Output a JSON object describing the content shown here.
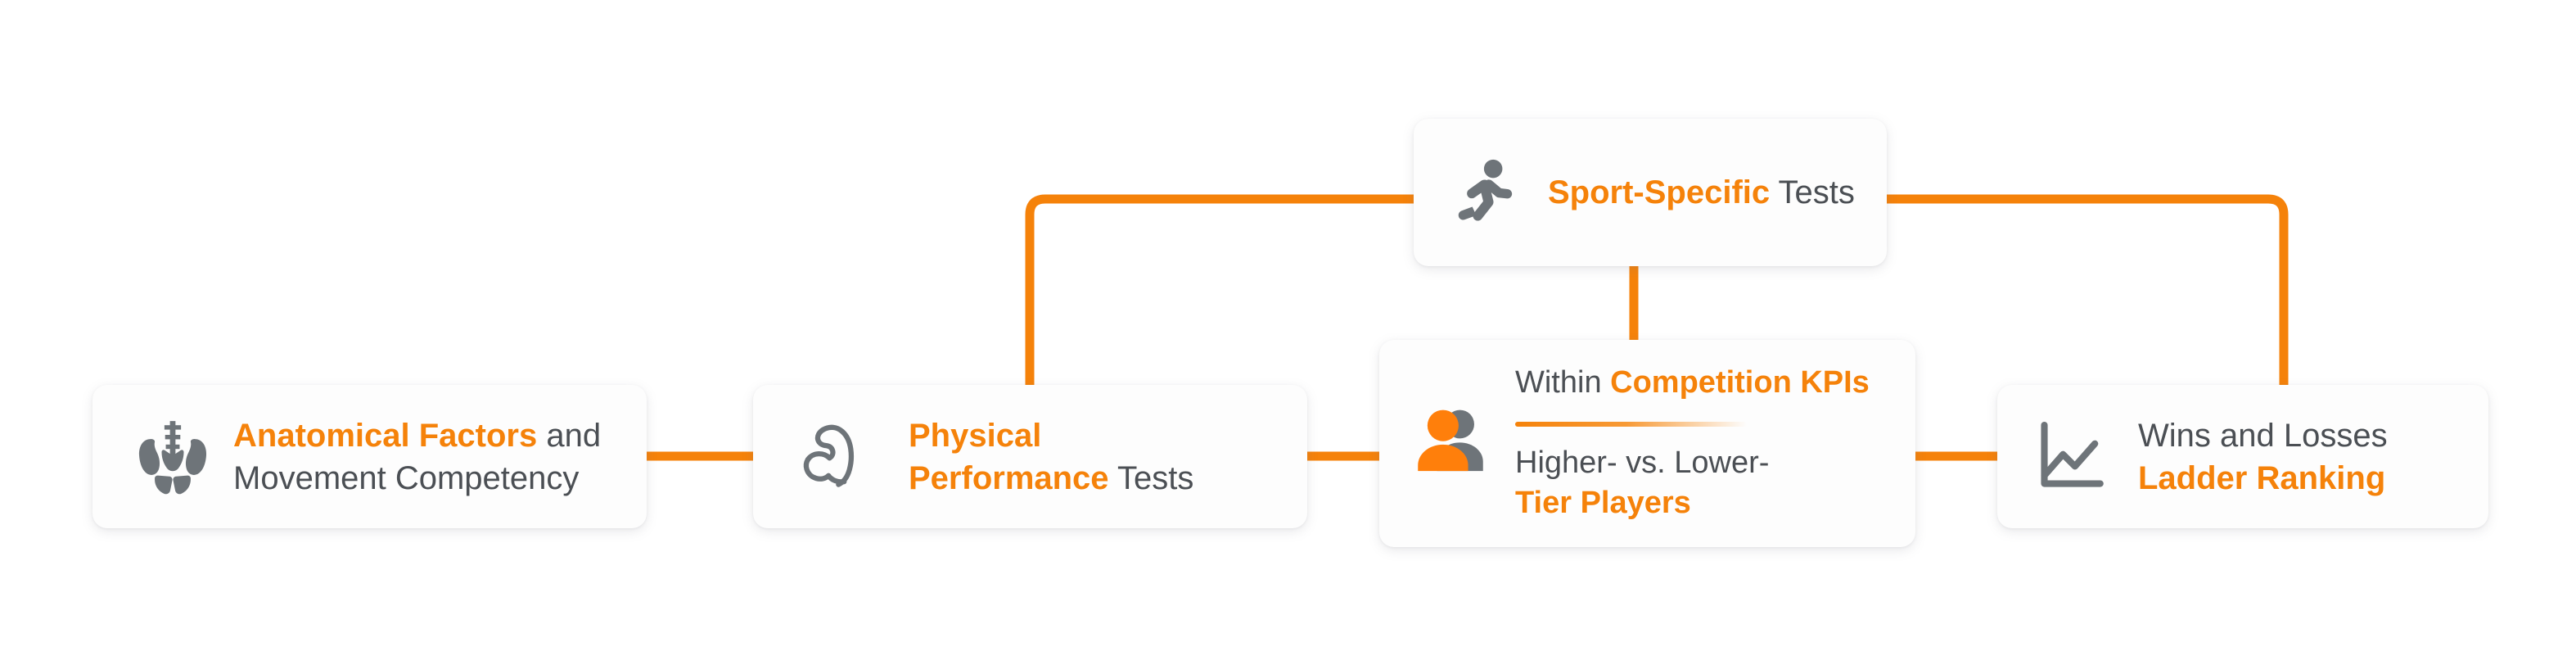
{
  "theme": {
    "accent": "#F5820A",
    "text_gray": "#4b4f54",
    "icon_gray": "#6e7479",
    "card_bg": "#fdfdfd",
    "page_bg": "#ffffff"
  },
  "diagram": {
    "type": "flow",
    "nodes": [
      {
        "id": "anatomical",
        "icon": "pelvis-icon",
        "lines": [
          {
            "parts": [
              {
                "text": "Anatomical Factors",
                "style": "accent"
              },
              {
                "text": " and",
                "style": "plain"
              }
            ]
          },
          {
            "parts": [
              {
                "text": "Movement Competency",
                "style": "plain"
              }
            ]
          }
        ]
      },
      {
        "id": "physical",
        "icon": "flexed-biceps-icon",
        "lines": [
          {
            "parts": [
              {
                "text": "Physical",
                "style": "accent"
              }
            ]
          },
          {
            "parts": [
              {
                "text": "Performance",
                "style": "accent"
              },
              {
                "text": " Tests",
                "style": "plain"
              }
            ]
          }
        ]
      },
      {
        "id": "sport",
        "icon": "running-person-icon",
        "lines": [
          {
            "parts": [
              {
                "text": "Sport-Specific",
                "style": "accent"
              },
              {
                "text": " Tests",
                "style": "plain"
              }
            ]
          }
        ]
      },
      {
        "id": "kpi",
        "icon": "two-people-icon",
        "has_divider": true,
        "top_lines": [
          {
            "parts": [
              {
                "text": "Within ",
                "style": "plain"
              },
              {
                "text": "Competition KPIs",
                "style": "accent"
              }
            ]
          }
        ],
        "bottom_lines": [
          {
            "parts": [
              {
                "text": "Higher- vs. Lower-",
                "style": "plain"
              }
            ]
          },
          {
            "parts": [
              {
                "text": "Tier Players",
                "style": "accent"
              }
            ]
          }
        ]
      },
      {
        "id": "wins",
        "icon": "line-chart-icon",
        "lines": [
          {
            "parts": [
              {
                "text": "Wins and Losses",
                "style": "plain"
              }
            ]
          },
          {
            "parts": [
              {
                "text": "Ladder Ranking",
                "style": "accent"
              }
            ]
          }
        ]
      }
    ],
    "connectors": [
      {
        "id": "anatomical-to-physical",
        "kind": "horizontal"
      },
      {
        "id": "physical-to-kpi",
        "kind": "horizontal"
      },
      {
        "id": "kpi-to-wins",
        "kind": "horizontal"
      },
      {
        "id": "physical-to-sport",
        "kind": "elbow-up-right"
      },
      {
        "id": "sport-to-wins",
        "kind": "elbow-right-down"
      },
      {
        "id": "sport-to-kpi",
        "kind": "vertical"
      }
    ]
  }
}
